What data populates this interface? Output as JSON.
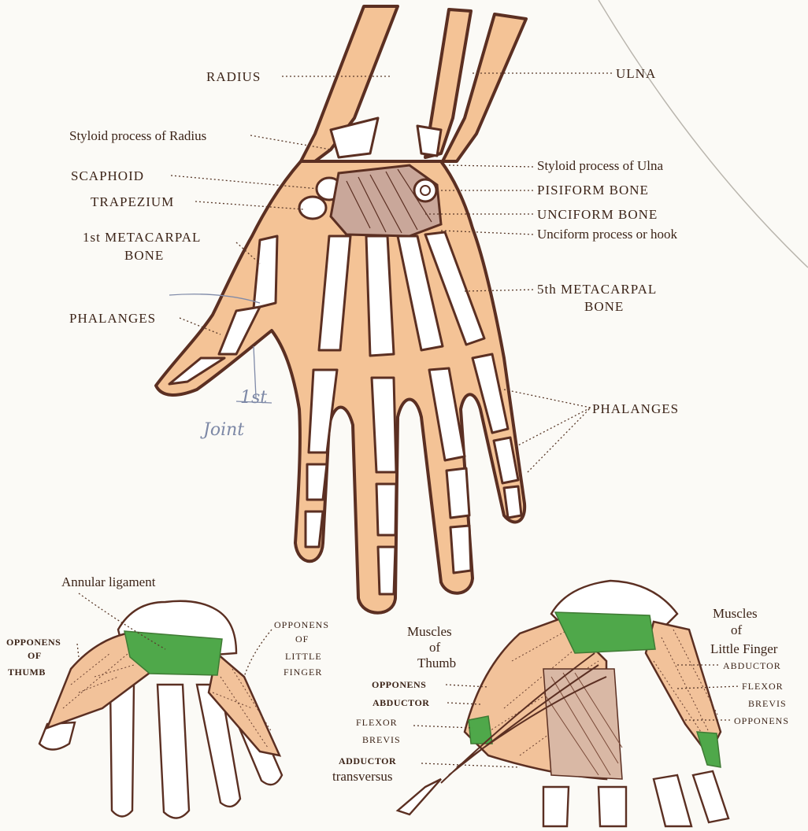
{
  "main_figure": {
    "labels": {
      "radius": "RADIUS",
      "ulna": "ULNA",
      "styloid_radius": "Styloid process of Radius",
      "scaphoid": "SCAPHOID",
      "trapezium": "TRAPEZIUM",
      "first_metacarpal_1": "1st METACARPAL",
      "first_metacarpal_2": "BONE",
      "phalanges_left": "PHALANGES",
      "styloid_ulna": "Styloid process of Ulna",
      "pisiform": "PISIFORM BONE",
      "unciform": "UNCIFORM BONE",
      "unciform_hook": "Unciform process or hook",
      "fifth_metacarpal_1": "5th METACARPAL",
      "fifth_metacarpal_2": "BONE",
      "phalanges_right": "PHALANGES"
    },
    "pencil_notes": {
      "line1": "1st",
      "line2": "Joint"
    }
  },
  "left_figure": {
    "labels": {
      "annular": "Annular ligament",
      "opponens_thumb_1": "OPPONENS",
      "opponens_thumb_2": "OF",
      "opponens_thumb_3": "THUMB",
      "opponens_little_1": "OPPONENS",
      "opponens_little_2": "OF",
      "opponens_little_3": "LITTLE",
      "opponens_little_4": "FINGER"
    }
  },
  "right_figure": {
    "labels": {
      "muscles_thumb_1": "Muscles",
      "muscles_thumb_2": "of",
      "muscles_thumb_3": "Thumb",
      "opponens": "OPPONENS",
      "abductor": "ABDUCTOR",
      "flexor": "FLEXOR",
      "brevis": "BREVIS",
      "adductor": "ADDUCTOR",
      "transversus": "transversus",
      "muscles_little_1": "Muscles",
      "muscles_little_2": "of",
      "muscles_little_3": "Little Finger",
      "abductor_r": "ABDUCTOR",
      "flexor_r": "FLEXOR",
      "brevis_r": "BREVIS",
      "opponens_r": "OPPONENS"
    }
  },
  "colors": {
    "skin": "#f4c396",
    "outline": "#5b2f22",
    "ligament_green": "#4fa84a",
    "bone": "#ffffff",
    "pencil": "#7f8aa8"
  }
}
